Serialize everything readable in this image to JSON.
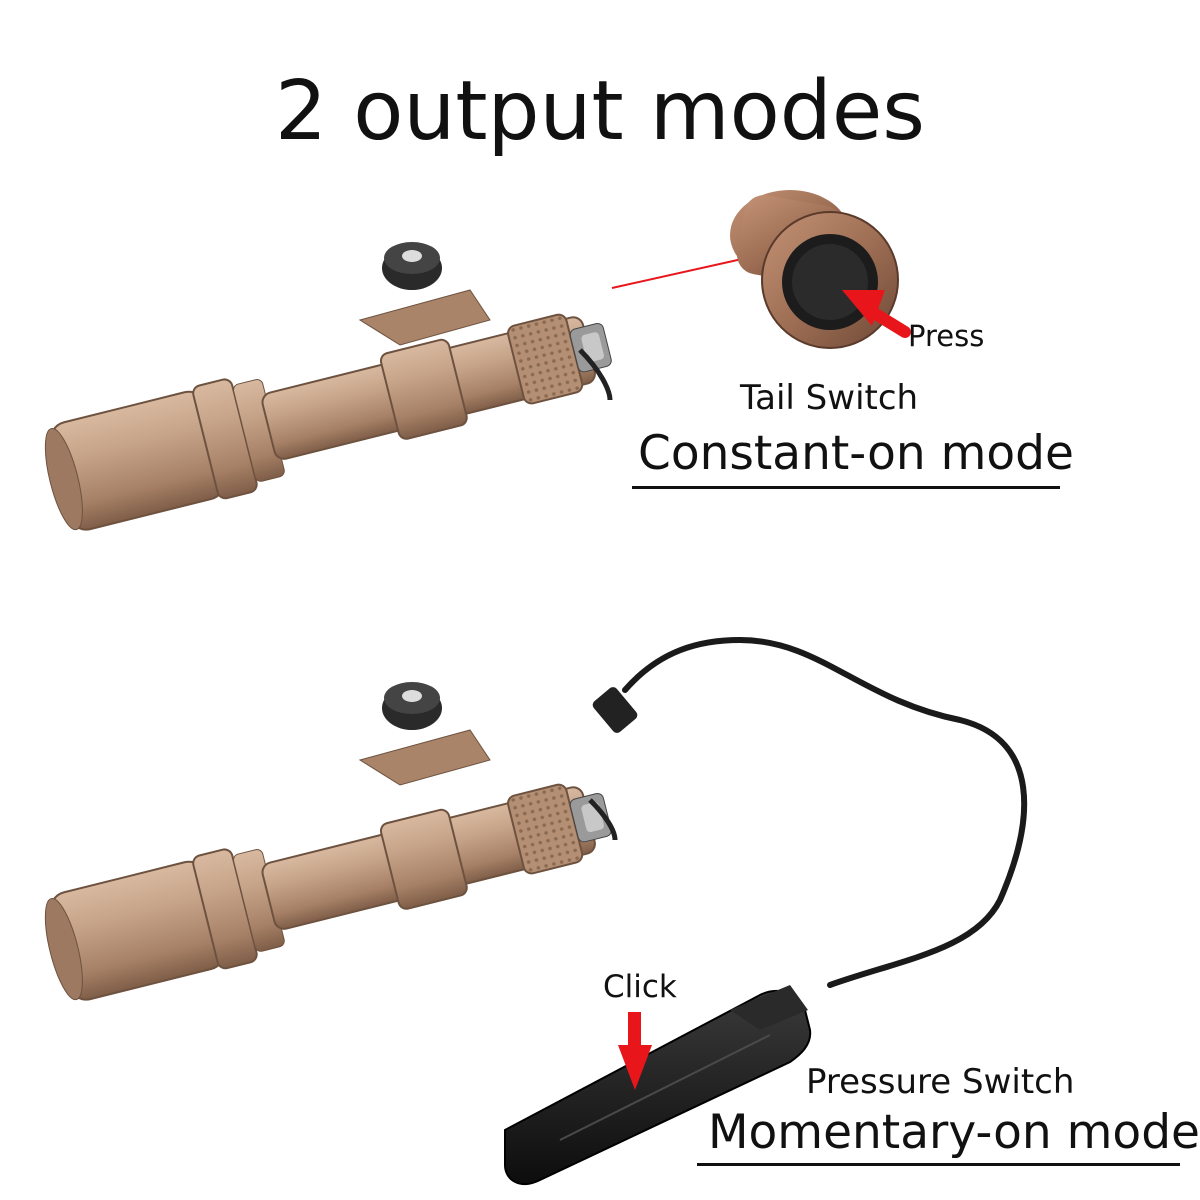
{
  "title": "2 output modes",
  "top_panel": {
    "action": "Press",
    "switch_name": "Tail Switch",
    "mode": "Constant-on mode"
  },
  "bottom_panel": {
    "action": "Click",
    "switch_name": "Pressure Switch",
    "mode": "Momentary-on mode"
  },
  "colors": {
    "background": "#ffffff",
    "text": "#111111",
    "accent_red": "#e8161b",
    "flashlight_tan": "#b48f73",
    "cable_black": "#1a1a1a"
  },
  "icons": [
    "flashlight-illustration",
    "tail-cap-illustration",
    "pressure-pad-illustration",
    "red-arrow-icon"
  ]
}
